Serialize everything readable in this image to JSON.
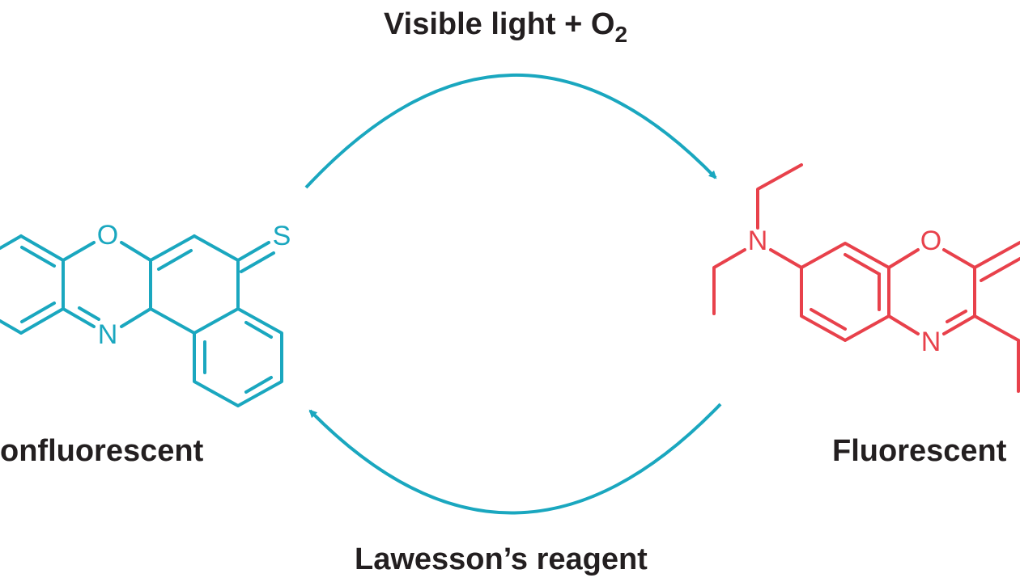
{
  "colors": {
    "cyan": "#1aa7bf",
    "red": "#e8414b",
    "text": "#231f20"
  },
  "labels": {
    "top_reaction_main": "Visible light + O",
    "top_reaction_sub": "2",
    "bottom_reaction": "Lawesson’s reagent",
    "left_molecule": "onfluorescent",
    "right_molecule": "Fluorescent"
  },
  "left_molecule": {
    "atoms": {
      "oxygen": "O",
      "nitrogen": "N",
      "sulfur": "S"
    }
  },
  "right_molecule": {
    "atoms": {
      "amine_nitrogen": "N",
      "oxygen": "O",
      "nitrogen": "N"
    }
  }
}
